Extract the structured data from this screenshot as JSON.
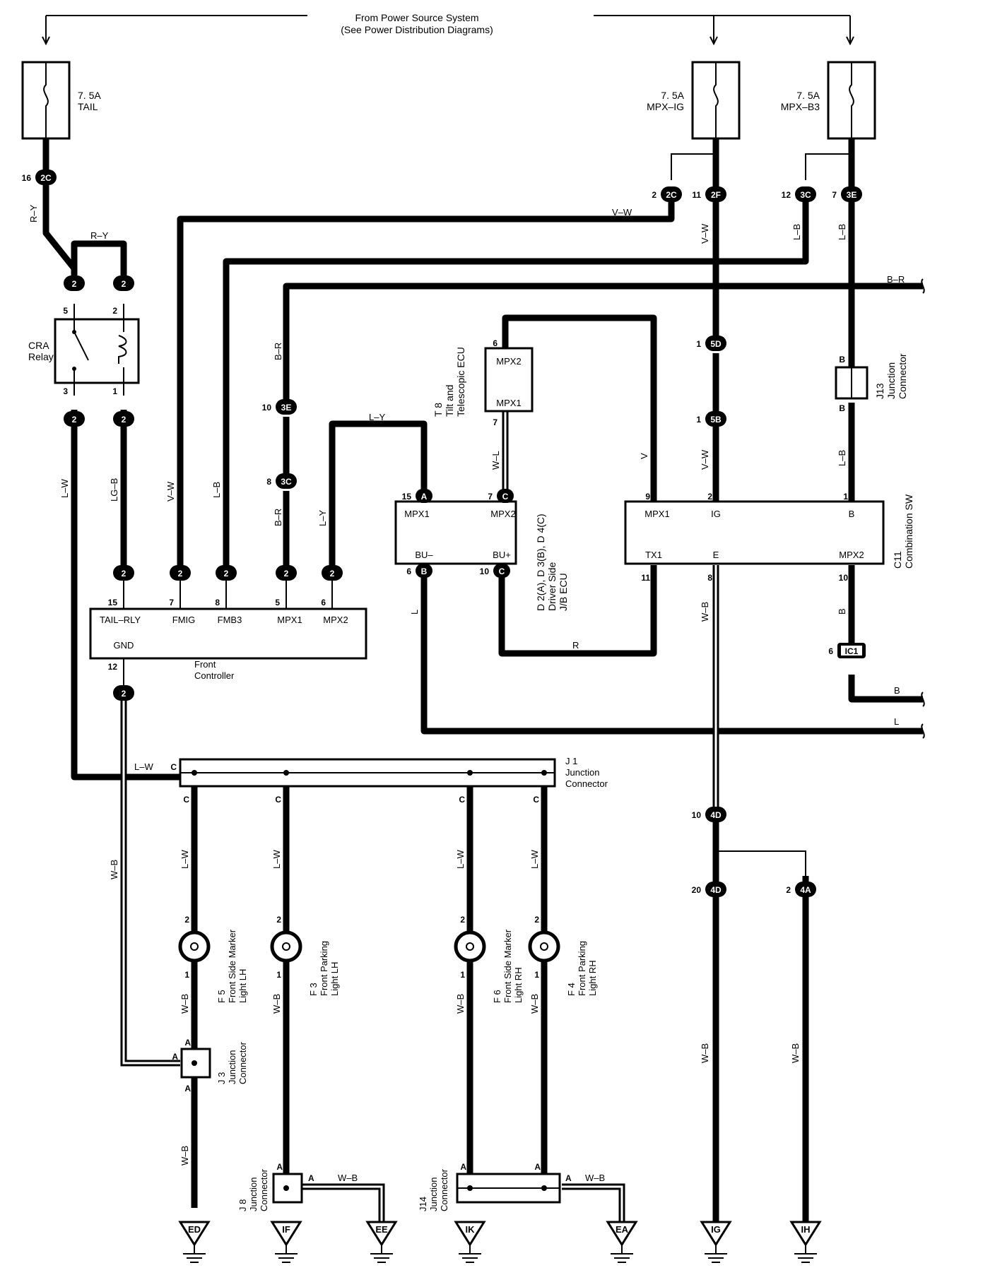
{
  "header": {
    "line1": "From Power Source System",
    "line2": "(See Power Distribution Diagrams)"
  },
  "fuses": [
    {
      "rating": "7. 5A",
      "name": "TAIL"
    },
    {
      "rating": "7. 5A",
      "name": "MPX–IG"
    },
    {
      "rating": "7. 5A",
      "name": "MPX–B3"
    }
  ],
  "connectors": {
    "c2C_16": {
      "pin": "16",
      "id": "2C"
    },
    "c2C_2": {
      "pin": "2",
      "id": "2C"
    },
    "c2F_11": {
      "pin": "11",
      "id": "2F"
    },
    "c3C_12": {
      "pin": "12",
      "id": "3C"
    },
    "c3E_7": {
      "pin": "7",
      "id": "3E"
    },
    "c5D": {
      "pin": "1",
      "id": "5D"
    },
    "c5B": {
      "pin": "1",
      "id": "5B"
    },
    "c3E_10": {
      "pin": "10",
      "id": "3E"
    },
    "c3C_8": {
      "pin": "8",
      "id": "3C"
    },
    "c4D_10": {
      "pin": "10",
      "id": "4D"
    },
    "c4D_20": {
      "pin": "20",
      "id": "4D"
    },
    "c4A_2": {
      "pin": "2",
      "id": "4A"
    },
    "cIC1": {
      "pin": "6",
      "id": "IC1"
    },
    "c2": "2"
  },
  "relay": {
    "name": "CRA",
    "sub": "Relay",
    "pins": [
      "5",
      "2",
      "3",
      "1"
    ]
  },
  "wires": {
    "RY": "R–Y",
    "VW": "V–W",
    "LB": "L–B",
    "BR": "B–R",
    "LW": "L–W",
    "LGB": "LG–B",
    "LY": "L–Y",
    "WL": "W–L",
    "V": "V",
    "R": "R",
    "L": "L",
    "B": "B",
    "WB": "W–B"
  },
  "front_controller": {
    "name1": "Front",
    "name2": "Controller",
    "pins": [
      "15",
      "7",
      "8",
      "5",
      "6",
      "12"
    ],
    "labels": [
      "TAIL–RLY",
      "FMIG",
      "FMB3",
      "MPX1",
      "MPX2",
      "GND"
    ]
  },
  "tilt_ecu": {
    "ref": "T 8",
    "name1": "Tilt and",
    "name2": "Telescopic ECU",
    "pin_top": "6",
    "pin_bot": "7",
    "label_top": "MPX2",
    "label_bot": "MPX1"
  },
  "jb_ecu": {
    "ref": "D 2(A), D 3(B), D 4(C)",
    "name1": "Driver Side",
    "name2": "J/B ECU",
    "pins": [
      "15",
      "7",
      "6",
      "10"
    ],
    "pin_ids": [
      "A",
      "C",
      "B",
      "C"
    ],
    "labels": [
      "MPX1",
      "MPX2",
      "BU–",
      "BU+"
    ]
  },
  "combo_sw": {
    "ref": "C11",
    "name": "Combination SW",
    "pins": [
      "9",
      "2",
      "1",
      "11",
      "8",
      "10"
    ],
    "labels": [
      "MPX1",
      "IG",
      "B",
      "TX1",
      "E",
      "MPX2"
    ]
  },
  "j13": {
    "ref": "J13",
    "name1": "Junction",
    "name2": "Connector",
    "pin": "B"
  },
  "j1": {
    "ref": "J 1",
    "name1": "Junction",
    "name2": "Connector",
    "pin": "C"
  },
  "j3": {
    "ref": "J 3",
    "name1": "Junction",
    "name2": "Connector",
    "pin": "A"
  },
  "j8": {
    "ref": "J 8",
    "name1": "Junction",
    "name2": "Connector",
    "pin": "A"
  },
  "j14": {
    "ref": "J14",
    "name1": "Junction",
    "name2": "Connector",
    "pin": "A"
  },
  "lights": [
    {
      "ref": "F 5",
      "name1": "Front Side Marker",
      "name2": "Light LH"
    },
    {
      "ref": "F 3",
      "name1": "Front Parking",
      "name2": "Light LH"
    },
    {
      "ref": "F 6",
      "name1": "Front Side Marker",
      "name2": "Light RH"
    },
    {
      "ref": "F 4",
      "name1": "Front Parking",
      "name2": "Light RH"
    }
  ],
  "light_pins": {
    "top": "2",
    "bottom": "1"
  },
  "grounds": [
    "ED",
    "IF",
    "EE",
    "IK",
    "EA",
    "IG",
    "IH"
  ]
}
